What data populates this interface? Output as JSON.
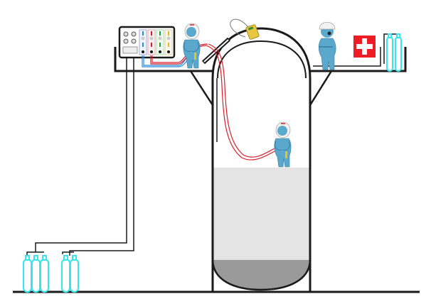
{
  "diagram": {
    "title": "",
    "colors": {
      "line": "#1a1a1a",
      "background": "#ffffff",
      "cylinder": "#33e6f0",
      "air_hose_red": "#d9202a",
      "air_hose_blue": "#2a8ad8",
      "worker_body": "#5aa8cc",
      "worker_helmet": "#f2f2f2",
      "vessel_liquid": "#e4e4e4",
      "vessel_sludge": "#9a9a9a",
      "first_aid_red": "#ee1c24",
      "monitor_yellow": "#e8c840",
      "harness_yellow": "#f0c020"
    },
    "components": [
      {
        "id": "air-control-panel",
        "label": ""
      },
      {
        "id": "standby-worker-with-respirator",
        "label": ""
      },
      {
        "id": "entrant-worker-in-vessel",
        "label": ""
      },
      {
        "id": "attendant-worker-with-hardhat",
        "label": ""
      },
      {
        "id": "first-aid-station",
        "label": ""
      },
      {
        "id": "platform-cylinders",
        "count": 2
      },
      {
        "id": "ground-cylinder-bank-left",
        "count": 3
      },
      {
        "id": "ground-cylinder-bank-right",
        "count": 2
      },
      {
        "id": "gas-monitor",
        "label": ""
      },
      {
        "id": "vessel-manway",
        "label": ""
      },
      {
        "id": "vessel",
        "label": ""
      }
    ]
  }
}
